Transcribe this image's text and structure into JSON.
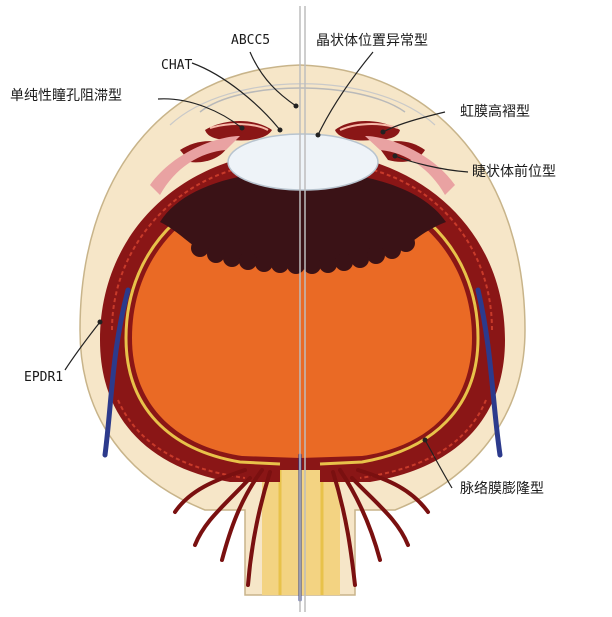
{
  "labels": {
    "abcc5": "ABCC5",
    "lens_type": "晶状体位置异常型",
    "chat": "CHAT",
    "pupil_block": "单纯性瞳孔阻滞型",
    "iris_plateau": "虹膜高褶型",
    "ciliary_anterior": "睫状体前位型",
    "epdr1": "EPDR1",
    "choroid_expansion": "脉络膜膨隆型"
  },
  "colors": {
    "vitreous": "#ea6a25",
    "retina_line": "#e8c24a",
    "choroid_red": "#8a1616",
    "vein_blue": "#2c3a8c",
    "sclera": "#f6e6c8",
    "pigment": "#3a1216",
    "lens": "#eef3f8",
    "center_line": "#bdbdbd"
  }
}
